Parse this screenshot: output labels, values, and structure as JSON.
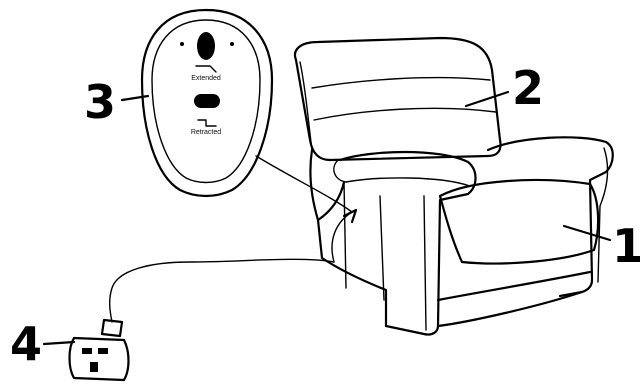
{
  "diagram": {
    "callouts": {
      "one": "1",
      "two": "2",
      "three": "3",
      "four": "4"
    },
    "remote": {
      "button_top_label": "Extended",
      "button_bottom_label": "Retracted"
    }
  }
}
